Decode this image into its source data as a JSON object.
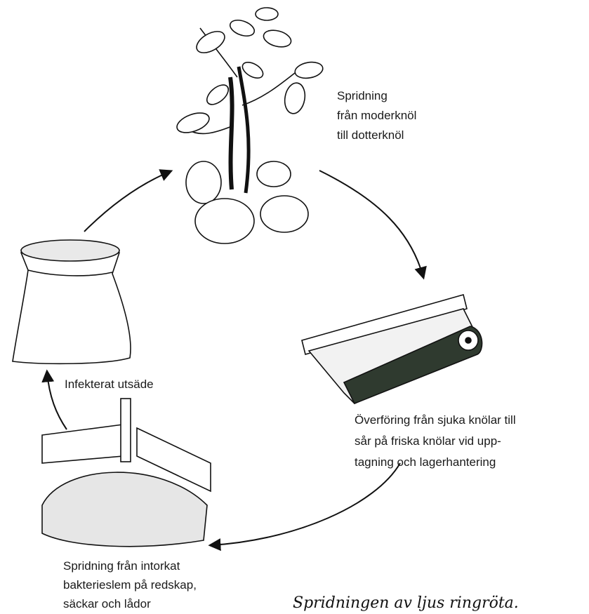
{
  "labels": {
    "plant": [
      "Spridning",
      "från moderknöl",
      "till dotterknöl"
    ],
    "conveyor": [
      "Överföring från sjuka knölar till",
      "sår på friska knölar vid upp-",
      "tagning och lagerhantering"
    ],
    "storage": [
      "Spridning från intorkat",
      "bakterieslem på redskap,",
      "säckar och lådor"
    ],
    "sack": [
      "Infekterat utsäde"
    ]
  },
  "caption": "Spridningen av ljus ringröta.",
  "colors": {
    "ink": "#1a1a1a",
    "paper": "#ffffff",
    "belt": "#2f3a2f"
  }
}
